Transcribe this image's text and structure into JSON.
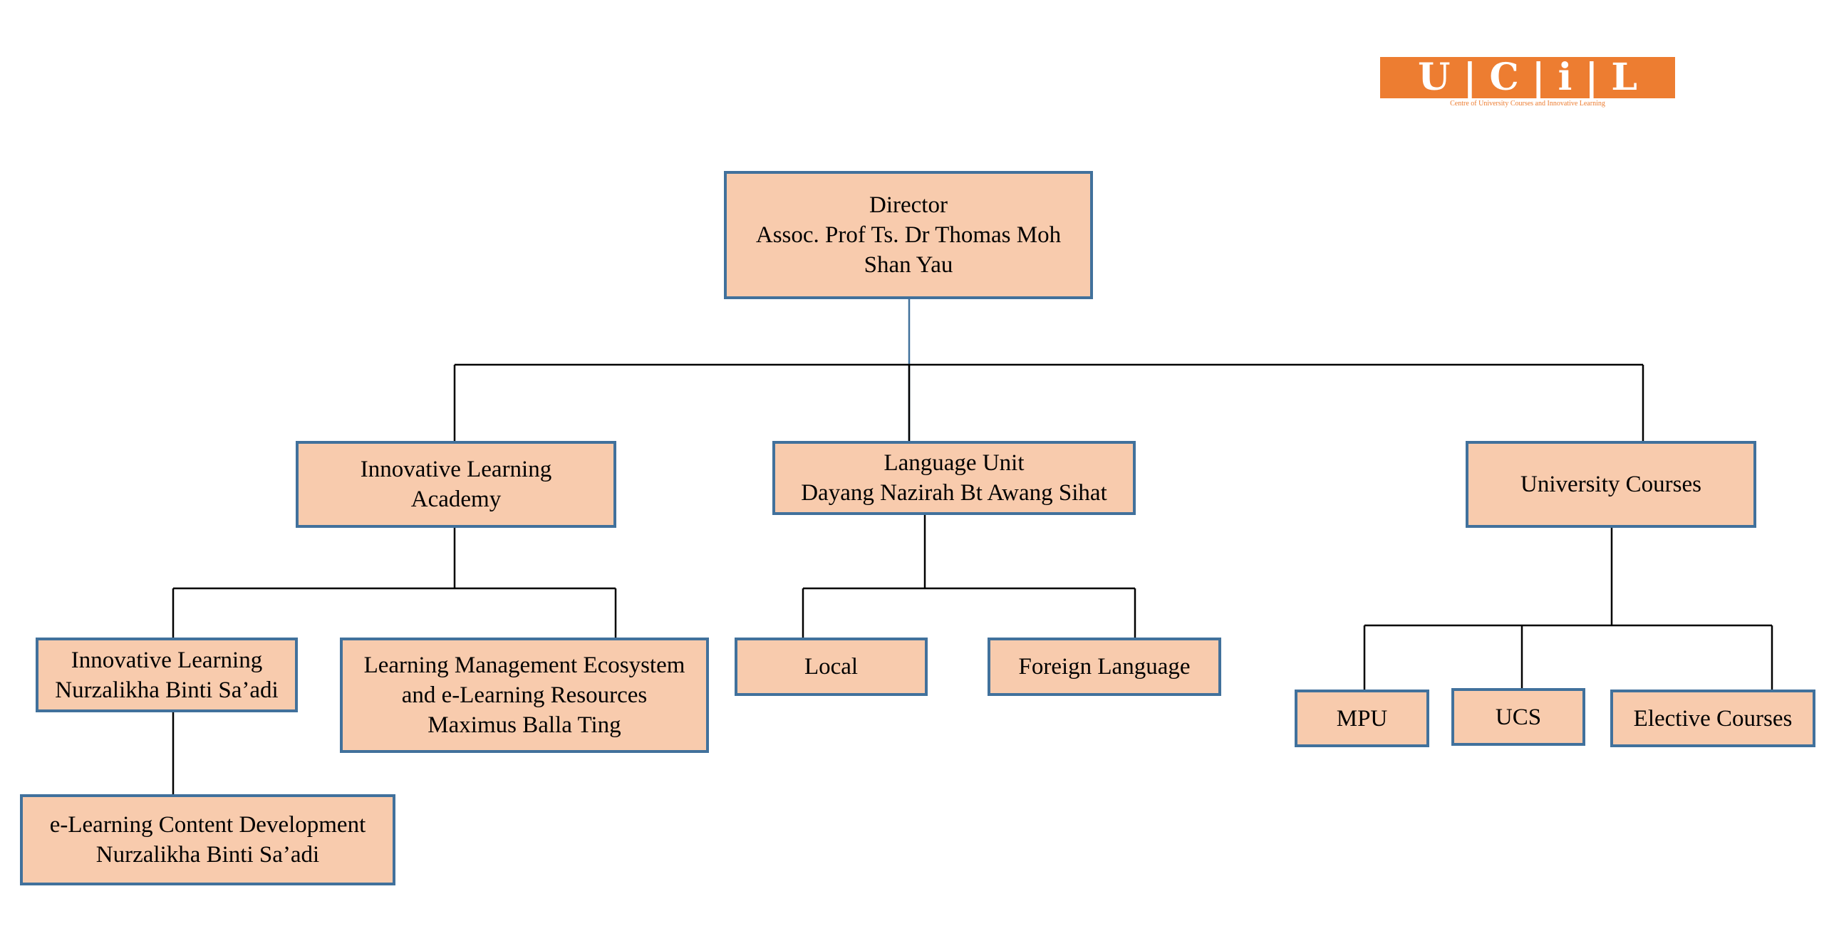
{
  "logo": {
    "text": "U|C|i|L",
    "caption": "Centre of University Courses and Innovative Learning",
    "color": "#ed7d31"
  },
  "colors": {
    "box_fill": "#f8cbad",
    "box_border": "#41719c",
    "connector": "#000000",
    "background": "#ffffff"
  },
  "nodes": {
    "director": [
      "Director",
      "Assoc. Prof Ts. Dr Thomas Moh",
      "Shan Yau"
    ],
    "innovative_learning_academy": [
      "Innovative Learning",
      "Academy"
    ],
    "language_unit": [
      "Language Unit",
      "Dayang Nazirah Bt Awang Sihat"
    ],
    "university_courses": [
      "University Courses"
    ],
    "innovative_learning": [
      "Innovative Learning",
      "Nurzalikha Binti Sa’adi"
    ],
    "learning_management": [
      "Learning Management Ecosystem",
      "and e-Learning Resources",
      "Maximus Balla Ting"
    ],
    "local": [
      "Local"
    ],
    "foreign_language": [
      "Foreign Language"
    ],
    "mpu": [
      "MPU"
    ],
    "ucs": [
      "UCS"
    ],
    "elective_courses": [
      "Elective Courses"
    ],
    "elearning_content": [
      "e-Learning Content Development",
      "Nurzalikha Binti Sa’adi"
    ]
  }
}
